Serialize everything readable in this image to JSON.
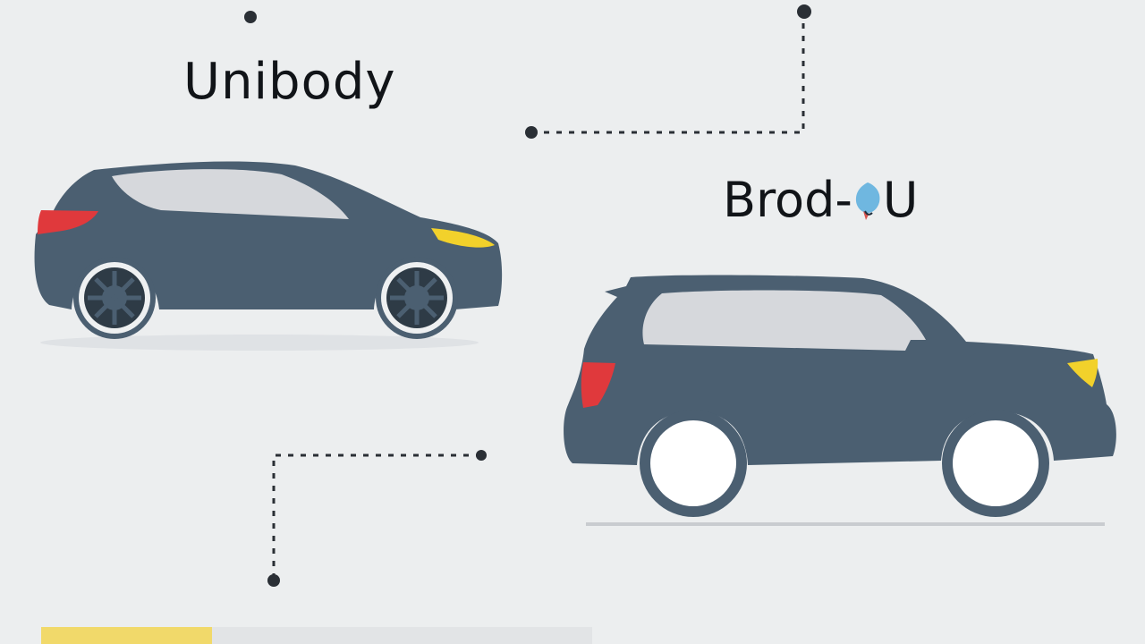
{
  "labels": {
    "unibody": "Unibody",
    "body_on_frame": "Brod-",
    "body_on_frame_suffix": "U"
  },
  "cars": [
    {
      "name": "unibody-hatchback"
    },
    {
      "name": "body-on-frame-suv"
    }
  ],
  "colors": {
    "background": "#eceeef",
    "car_body": "#4b5f71",
    "window": "#d6d8dc",
    "tail_light": "#e0393c",
    "head_light": "#f2d12b",
    "wheel_rim_dark": "#2e3b46",
    "connector": "#2a2f35",
    "progress_fill": "#f1d96a"
  },
  "icons": {
    "text_glyph": "water-drop-icon"
  },
  "progress": {
    "fraction": 0.31
  }
}
